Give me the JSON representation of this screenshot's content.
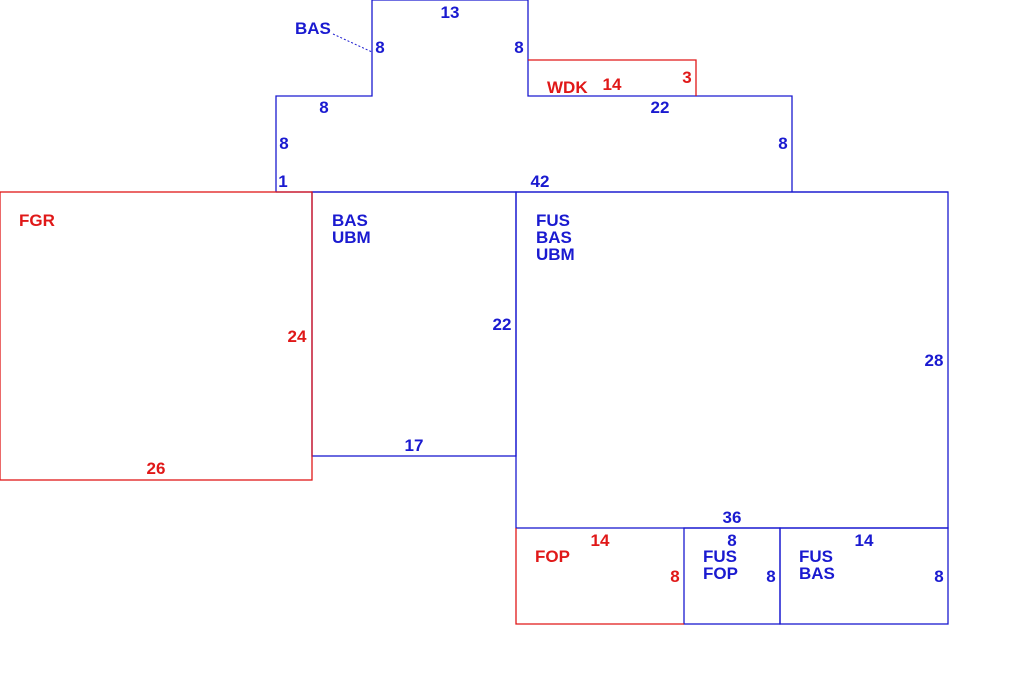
{
  "colors": {
    "living": "#1a1ad0",
    "non_living": "#e01818"
  },
  "areas": {
    "bas_top": {
      "code": "BAS"
    },
    "wdk": {
      "code": "WDK"
    },
    "fgr": {
      "code": "FGR"
    },
    "bas_ubm": {
      "line1": "BAS",
      "line2": "UBM"
    },
    "fus_bas_ubm": {
      "line1": "FUS",
      "line2": "BAS",
      "line3": "UBM"
    },
    "fop": {
      "code": "FOP"
    },
    "fus_fop": {
      "line1": "FUS",
      "line2": "FOP"
    },
    "fus_bas": {
      "line1": "FUS",
      "line2": "BAS"
    }
  },
  "dimensions": {
    "top_13": "13",
    "top_left_8": "8",
    "top_right_8": "8",
    "wdk_14": "14",
    "wdk_3": "3",
    "step_left_8": "8",
    "step_right_22": "22",
    "upper_left_8": "8",
    "upper_right_8": "8",
    "left_1": "1",
    "mid_42": "42",
    "fgr_24": "24",
    "fgr_26": "26",
    "bas_ubm_22": "22",
    "bas_ubm_17": "17",
    "main_28": "28",
    "main_36": "36",
    "fop_14": "14",
    "fop_8": "8",
    "fus_fop_top_8": "8",
    "fus_fop_right_8": "8",
    "fus_bas_14": "14",
    "fus_bas_8": "8"
  }
}
